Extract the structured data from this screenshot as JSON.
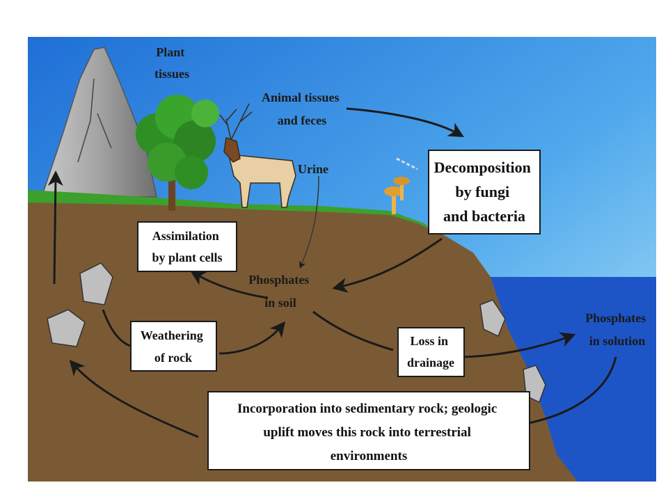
{
  "diagram": {
    "labels": {
      "plant_tissues": [
        "Plant",
        "tissues"
      ],
      "animal_tissues": [
        "Animal tissues",
        "and feces"
      ],
      "urine": "Urine",
      "phosphates_soil": [
        "Phosphates",
        "in soil"
      ],
      "phosphates_solution": [
        "Phosphates",
        "in solution"
      ]
    },
    "boxes": {
      "decomposition": [
        "Decomposition",
        "by fungi",
        "and bacteria"
      ],
      "assimilation": [
        "Assimilation",
        "by plant cells"
      ],
      "weathering": [
        "Weathering",
        "of rock"
      ],
      "loss": [
        "Loss in",
        "drainage"
      ],
      "incorporation": [
        "Incorporation into sedimentary rock; geologic",
        "uplift moves this rock into terrestrial",
        "environments"
      ]
    },
    "colors": {
      "sky_top": "#1f6fd6",
      "sky_bottom": "#a9e1f7",
      "soil": "#7a5a35",
      "grass": "#3ca02c",
      "water": "#1d55c7",
      "mountain": "#9a9a9a"
    }
  }
}
